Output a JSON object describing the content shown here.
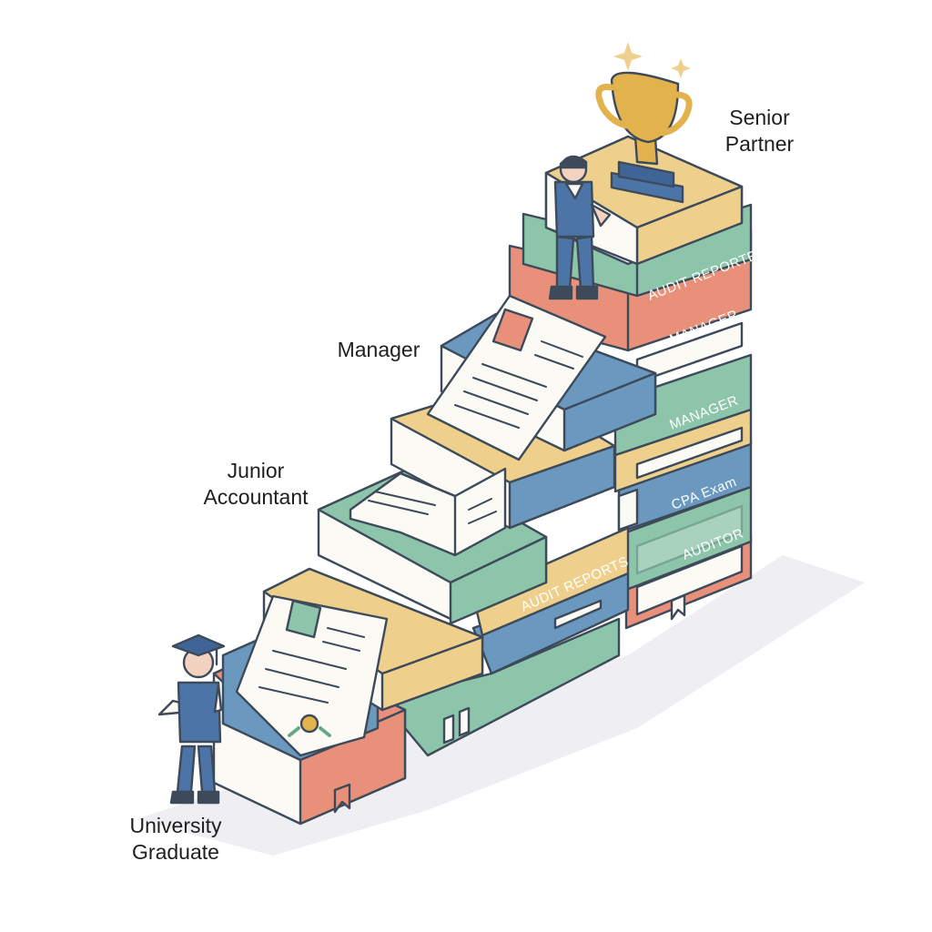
{
  "stage_labels": {
    "graduate": [
      "University",
      "Graduate"
    ],
    "junior": [
      "Junior",
      "Accountant"
    ],
    "manager": "Manager",
    "senior": [
      "Senior",
      "Partner"
    ]
  },
  "spine_labels": {
    "top_green": "AUDIT REPORTER",
    "top_red": "MANAGER",
    "mid_green": "MANAGER",
    "blue": "CPA Exam",
    "low_green": "AUDITOR",
    "yellow": "AUDIT REPORTS"
  },
  "colors": {
    "red": "#e8907a",
    "green": "#8cc5aa",
    "blue": "#6a98be",
    "yellow": "#eed08c",
    "pages": "#fbfaf5",
    "outline": "#3d4a5a",
    "trophy": "#e2b24c",
    "suit": "#4d74a6",
    "shadow": "#eeeef3"
  },
  "icons": [
    "graduation-cap-icon",
    "diploma-scroll-icon",
    "trophy-icon",
    "sparkle-icon",
    "award-ribbon-icon",
    "handshake-icon",
    "bookmark-icon"
  ]
}
